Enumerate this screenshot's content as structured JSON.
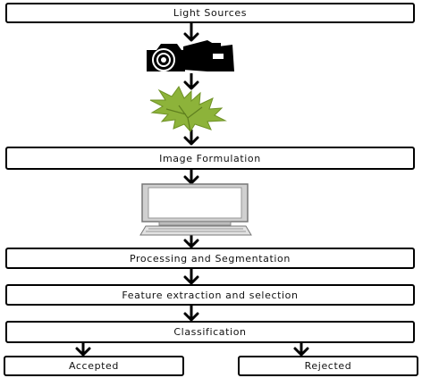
{
  "diagram": {
    "steps": {
      "light_sources": "Light Sources",
      "image_formulation": "Image Formulation",
      "processing": "Processing and Segmentation",
      "feature_extraction": "Feature extraction and selection",
      "classification": "Classification",
      "accepted": "Accepted",
      "rejected": "Rejected"
    },
    "icons": [
      "camera-icon",
      "leaf-icon",
      "computer-monitor-icon",
      "keyboard-icon"
    ],
    "colors": {
      "stroke": "#000000",
      "leaf": "#8db33a",
      "leaf_dark": "#6f9226",
      "monitor_screen": "#ffffff",
      "monitor_body": "#d0d0d0"
    }
  }
}
